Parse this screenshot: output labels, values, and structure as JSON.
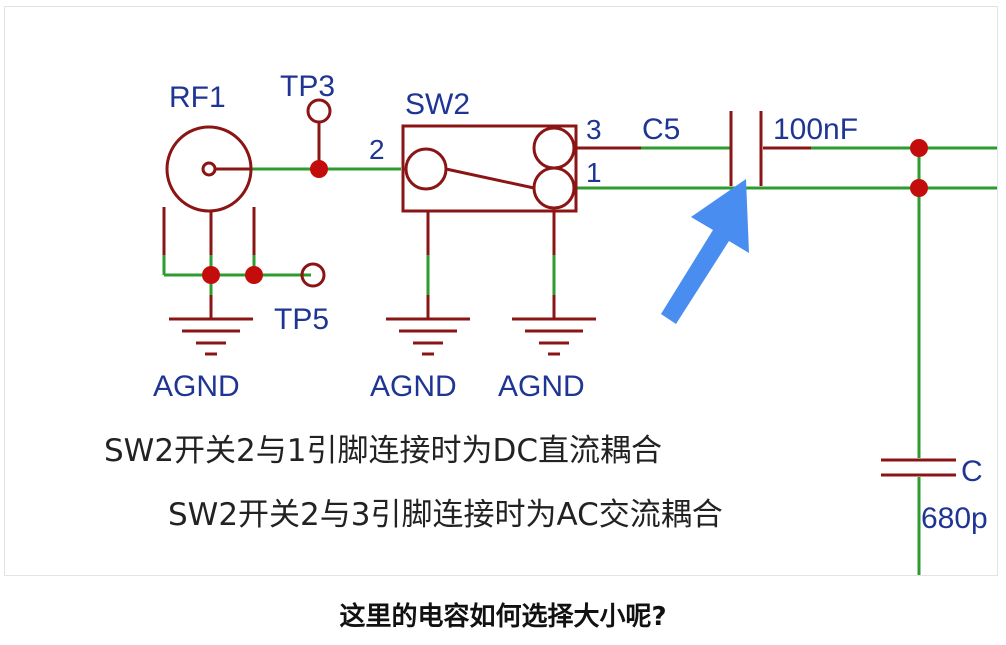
{
  "schematic": {
    "colors": {
      "wire": "#2e9b2e",
      "component": "#8b1414",
      "junction": "#c30d0d",
      "label": "#1f3594",
      "arrow": "#4a8df0"
    },
    "labels": {
      "rf1": "RF1",
      "tp3": "TP3",
      "tp5": "TP5",
      "sw2": "SW2",
      "c5": "C5",
      "c5_value": "100nF",
      "c_partial": "C",
      "c_partial_value": "680p",
      "pin2": "2",
      "pin3": "3",
      "pin1": "1",
      "agnd_1": "AGND",
      "agnd_2": "AGND",
      "agnd_3": "AGND"
    },
    "notes": {
      "line1": "SW2开关2与1引脚连接时为DC直流耦合",
      "line2": "SW2开关2与3引脚连接时为AC交流耦合"
    }
  },
  "caption": "这里的电容如何选择大小呢?"
}
